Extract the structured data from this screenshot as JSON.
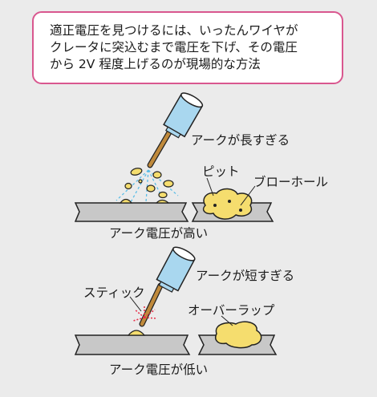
{
  "note": {
    "lines": [
      "適正電圧を見つけるには、いったんワイヤが",
      "クレータに突込むまで電圧を下げ、その電圧",
      "から 2V 程度上げるのが現場的な方法"
    ]
  },
  "top_panel": {
    "torch_label": "アークが長すぎる",
    "defect_left_label": "ピット",
    "defect_right_label": "ブローホール",
    "caption": "アーク電圧が高い"
  },
  "bottom_panel": {
    "torch_label": "アークが短すぎる",
    "stick_label": "スティック",
    "defect_label": "オーバーラップ",
    "caption": "アーク電圧が低い"
  },
  "colors": {
    "frame": "#d9578f",
    "torch": "#a9d7ef",
    "wire": "#c08a3c",
    "weld": "#f5dd6e",
    "plate": "#c8c8c8",
    "spark": "#e8304a",
    "spatter_lines": "#5bbde6"
  }
}
